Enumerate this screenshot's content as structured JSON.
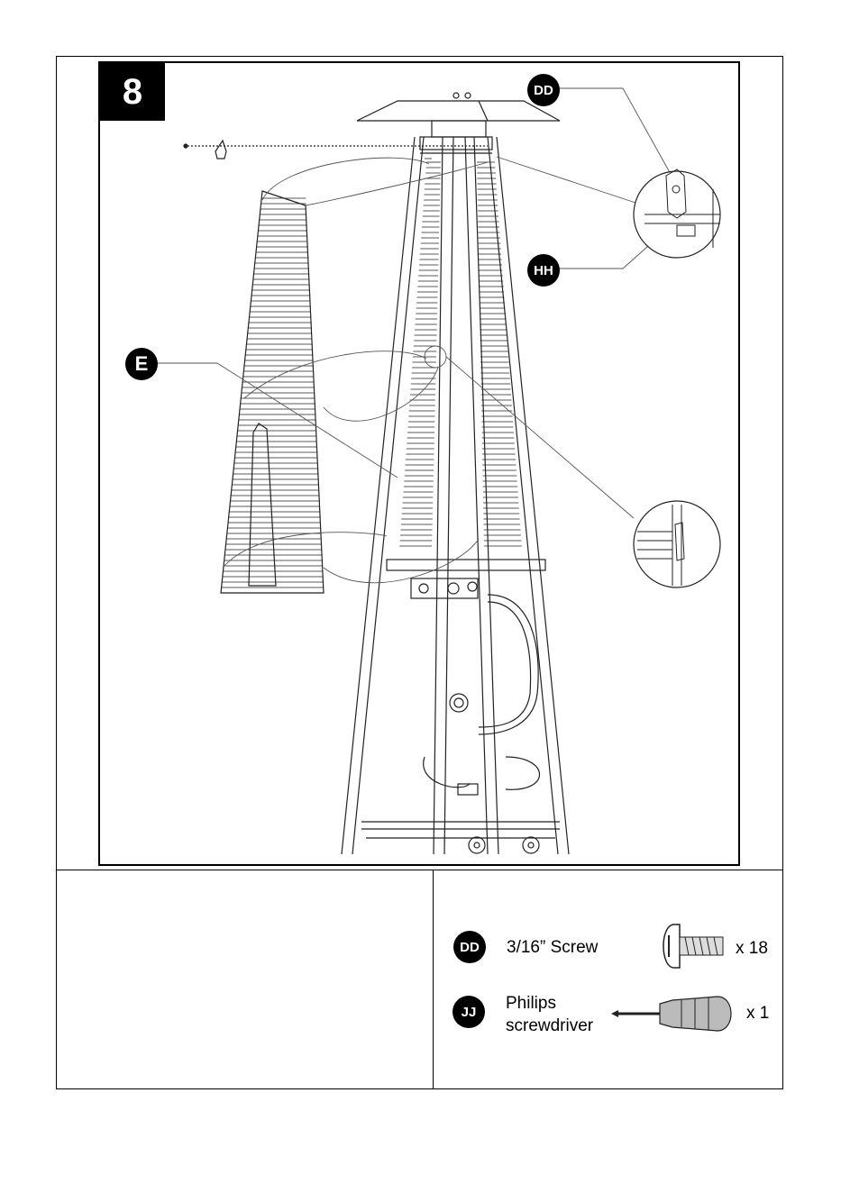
{
  "step": {
    "number": "8"
  },
  "callouts": {
    "dd": "DD",
    "hh": "HH",
    "e": "E"
  },
  "hardware": {
    "items": [
      {
        "code": "DD",
        "name": "3/16” Screw",
        "qty": "x 18",
        "icon": "screw-icon"
      },
      {
        "code": "JJ",
        "name_line1": "Philips",
        "name_line2": "screwdriver",
        "qty": "x 1",
        "icon": "screwdriver-icon"
      }
    ]
  }
}
